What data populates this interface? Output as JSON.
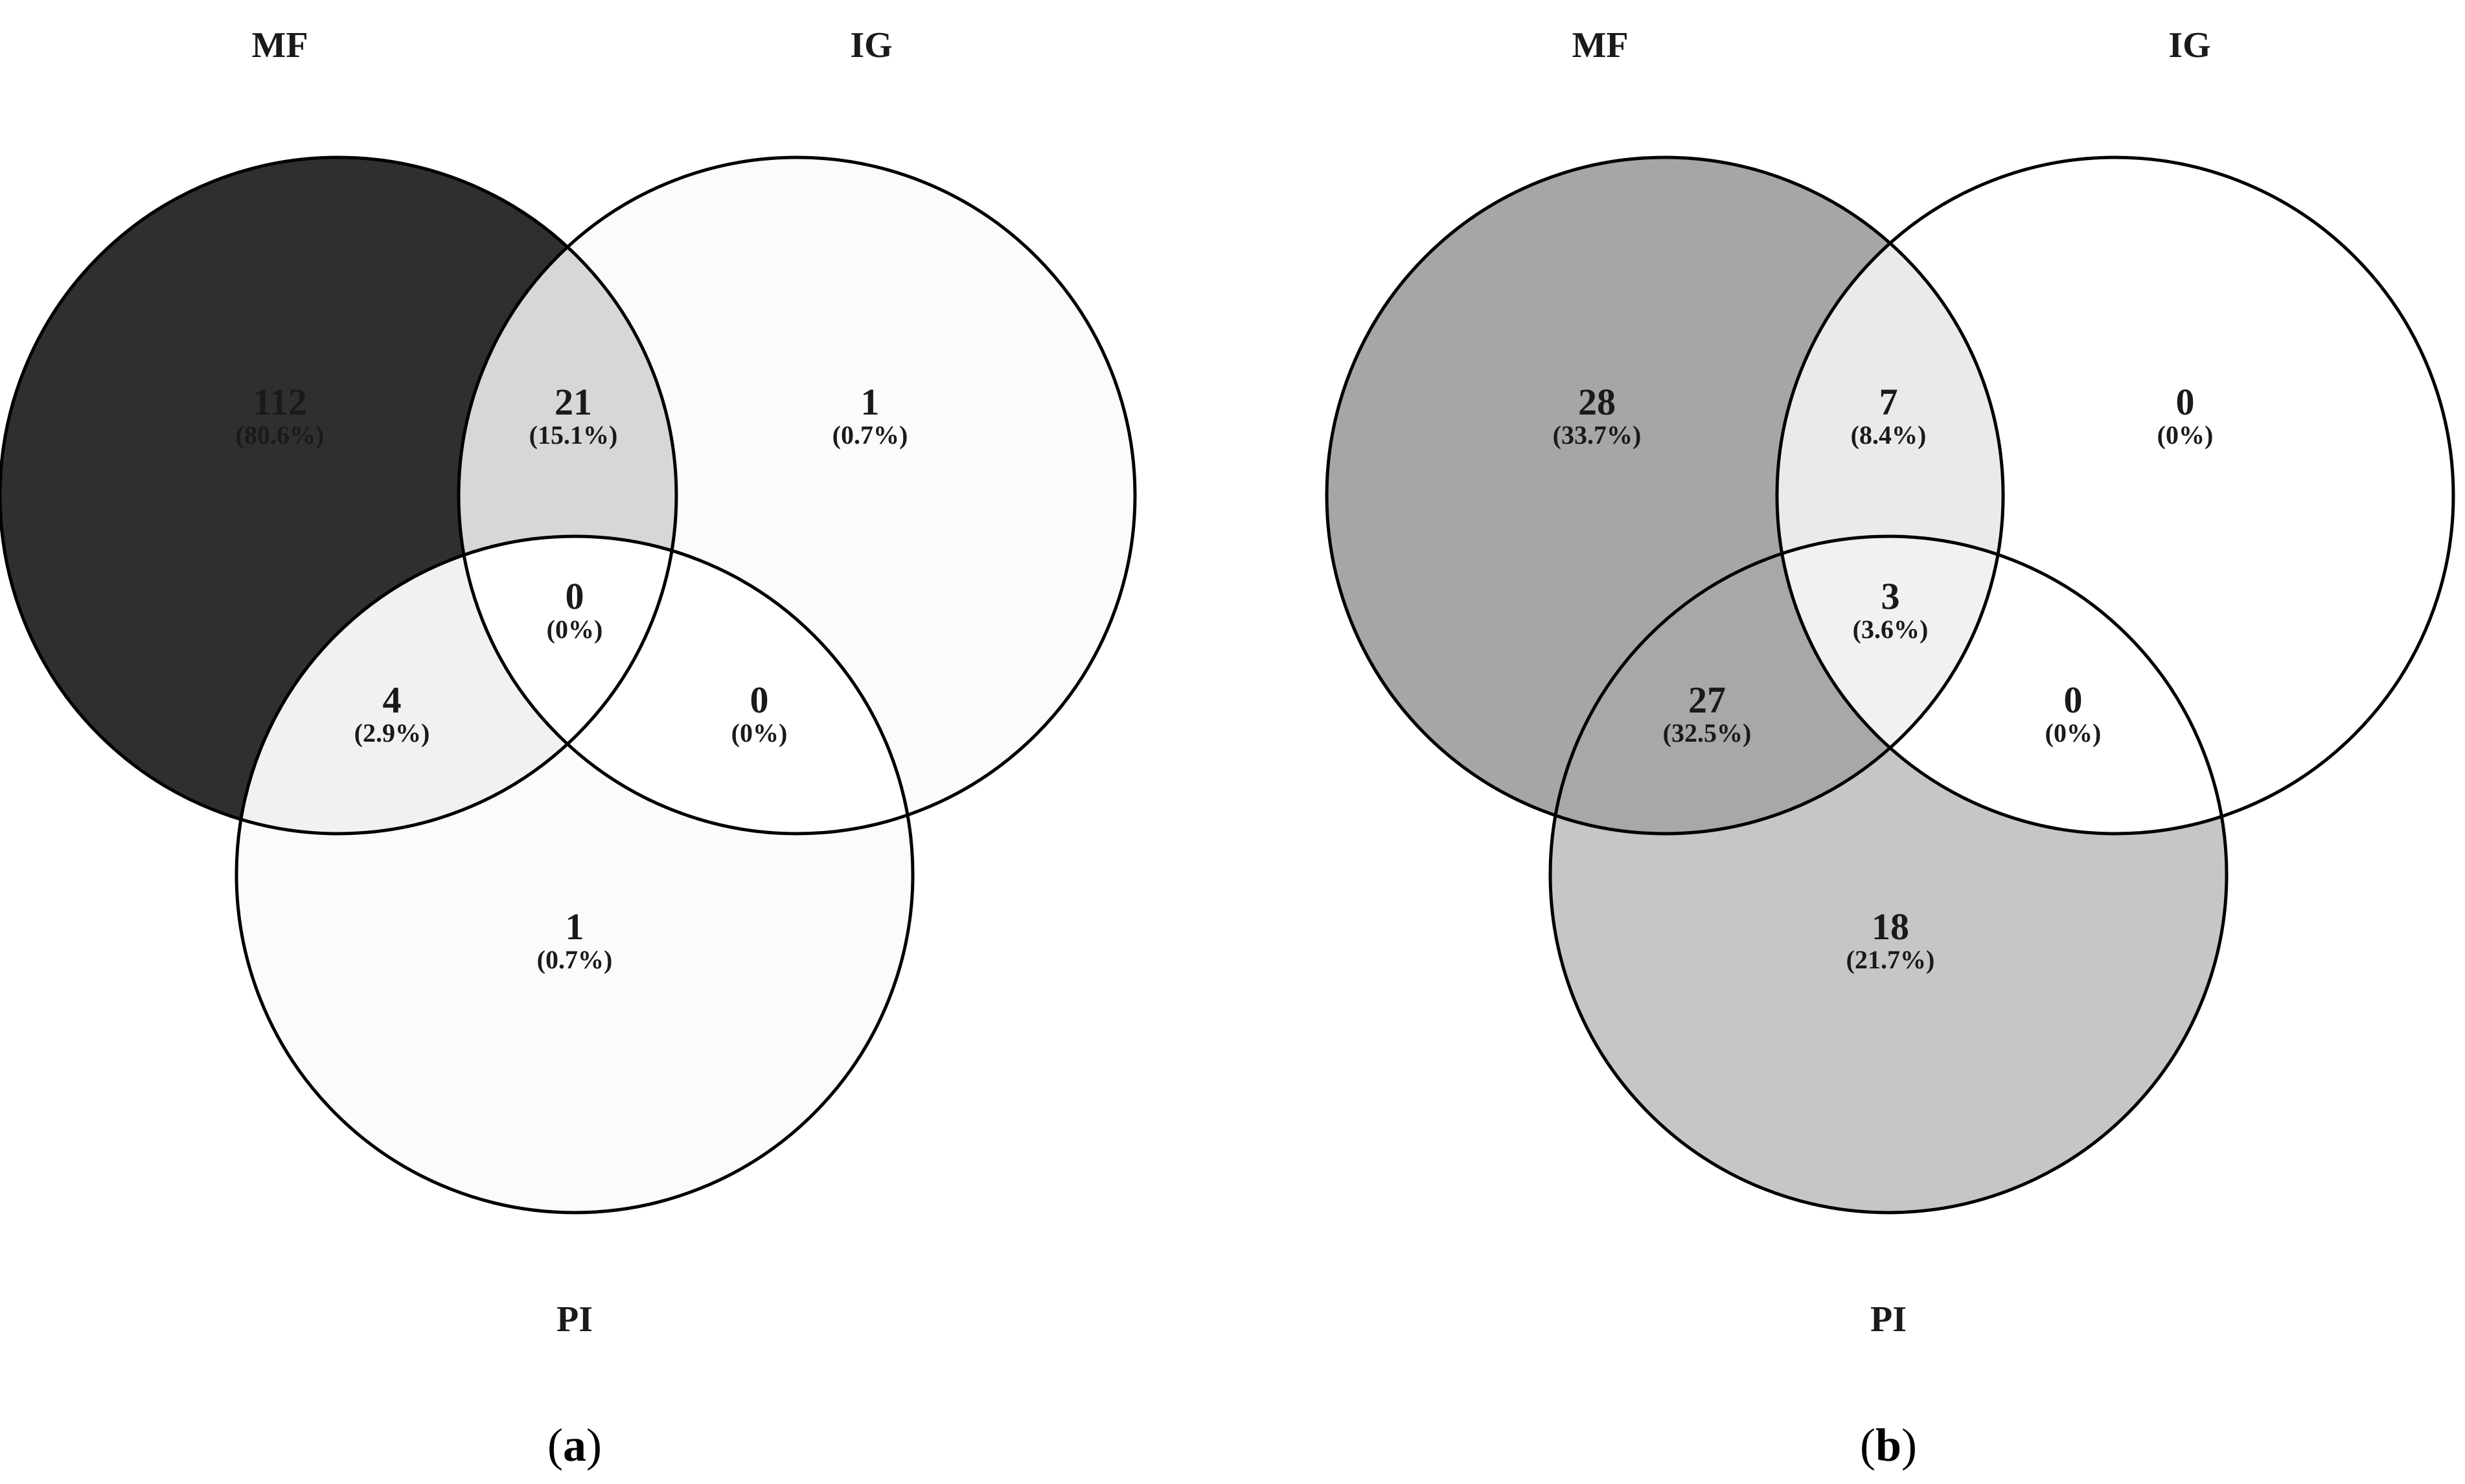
{
  "panels": [
    {
      "id": "a",
      "panel_label": "a",
      "sets": {
        "mf": "MF",
        "ig": "IG",
        "pi": "PI"
      },
      "regions": {
        "mf_only": {
          "count": "112",
          "percent": "(80.6%)",
          "fill": "#2f2f2f",
          "text_color": "#ffffff"
        },
        "ig_only": {
          "count": "1",
          "percent": "(0.7%)",
          "fill": "#fbfbfb",
          "text_color": "#1a1a1a"
        },
        "pi_only": {
          "count": "1",
          "percent": "(0.7%)",
          "fill": "#fbfbfb",
          "text_color": "#1a1a1a"
        },
        "mf_ig": {
          "count": "21",
          "percent": "(15.1%)",
          "fill": "#d7d7d7",
          "text_color": "#1a1a1a"
        },
        "mf_pi": {
          "count": "4",
          "percent": "(2.9%)",
          "fill": "#f1f1f1",
          "text_color": "#1a1a1a"
        },
        "ig_pi": {
          "count": "0",
          "percent": "(0%)",
          "fill": "#ffffff",
          "text_color": "#1a1a1a"
        },
        "mf_ig_pi": {
          "count": "0",
          "percent": "(0%)",
          "fill": "#ffffff",
          "text_color": "#1a1a1a"
        }
      }
    },
    {
      "id": "b",
      "panel_label": "b",
      "sets": {
        "mf": "MF",
        "ig": "IG",
        "pi": "PI"
      },
      "regions": {
        "mf_only": {
          "count": "28",
          "percent": "(33.7%)",
          "fill": "#a6a6a6",
          "text_color": "#1a1a1a"
        },
        "ig_only": {
          "count": "0",
          "percent": "(0%)",
          "fill": "#ffffff",
          "text_color": "#1a1a1a"
        },
        "pi_only": {
          "count": "18",
          "percent": "(21.7%)",
          "fill": "#c6c6c6",
          "text_color": "#1a1a1a"
        },
        "mf_ig": {
          "count": "7",
          "percent": "(8.4%)",
          "fill": "#eaeaea",
          "text_color": "#1a1a1a"
        },
        "mf_pi": {
          "count": "27",
          "percent": "(32.5%)",
          "fill": "#a8a8a8",
          "text_color": "#1a1a1a"
        },
        "ig_pi": {
          "count": "0",
          "percent": "(0%)",
          "fill": "#ffffff",
          "text_color": "#1a1a1a"
        },
        "mf_ig_pi": {
          "count": "3",
          "percent": "(3.6%)",
          "fill": "#f1f1f1",
          "text_color": "#1a1a1a"
        }
      }
    }
  ]
}
